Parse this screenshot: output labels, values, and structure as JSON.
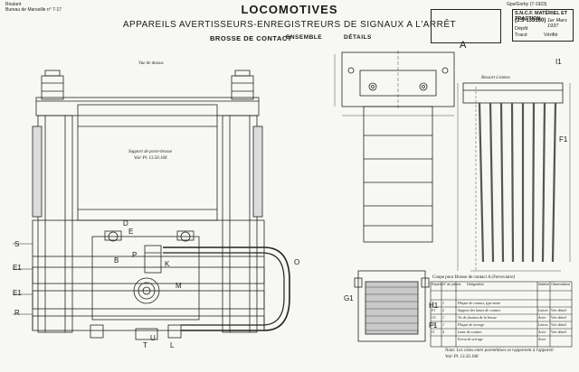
{
  "sheet": {
    "top_left_note_1": "Roulant",
    "top_left_note_2": "Bureau de Marseille n° 7-17",
    "top_right_note": "Gps/Gorby (7-1923)",
    "title": "LOCOMOTIVES",
    "subtitle": "APPAREILS AVERTISSEURS-ENREGISTREURS DE SIGNAUX A L'ARRÊT",
    "line3_left": "BROSSE DE CONTACT",
    "line3_mid": "ENSEMBLE",
    "line3_right": "DÉTAILS",
    "stamp": {
      "line1": "S.N.C.F. MATÉRIEL ET TRACTION",
      "line2": "(3.5-133160)",
      "line2_date": "1er Mars 1937",
      "line3": "Dépôt",
      "line4": "Tracé",
      "line5": "Vérifié"
    },
    "view_label": "Vue de dessus",
    "plate_note_1": "Support de porte-brosse",
    "plate_note_2": "Voir Pl. 13.50.168"
  },
  "labels": {
    "D": "D",
    "E": "E",
    "B": "B",
    "P": "P",
    "K": "K",
    "M": "M",
    "O": "O",
    "S": "S",
    "E1": "E1",
    "E1b": "E1",
    "R": "R",
    "T": "T",
    "U": "U",
    "L": "L",
    "A": "A",
    "I1": "I1",
    "F1": "F1",
    "G1": "G1",
    "H1": "H1",
    "F1b": "F1"
  },
  "brush_note": "Ressort à lames",
  "table": {
    "title": "Coupe pour Brosse de contact A (Ferroviaire)",
    "headers": [
      "Repère",
      "N° de pièces",
      "Désignation",
      "Matière",
      "Observations"
    ],
    "rows": [
      [
        "A",
        "1",
        "Plaque de contact, type mixte",
        "",
        ""
      ],
      [
        "F1",
        "2",
        "Support des lames de contact",
        "Laiton",
        "Voir détail"
      ],
      [
        "G1",
        "1",
        "Vis de fixation de la brosse",
        "Acier",
        "Voir détail"
      ],
      [
        "H1",
        "1",
        "Plaque de serrage",
        "Laiton",
        "Voir détail"
      ],
      [
        "I1",
        "4",
        "Lame de contact",
        "Acier",
        "Voir détail"
      ],
      [
        "",
        "",
        "Ecrou de serrage",
        "Acier",
        ""
      ]
    ],
    "footnote_1": "Nota: Les côtes entre parenthèses se rapportent à l'appareil",
    "footnote_2": "Voir Pl. 13.50.168"
  }
}
